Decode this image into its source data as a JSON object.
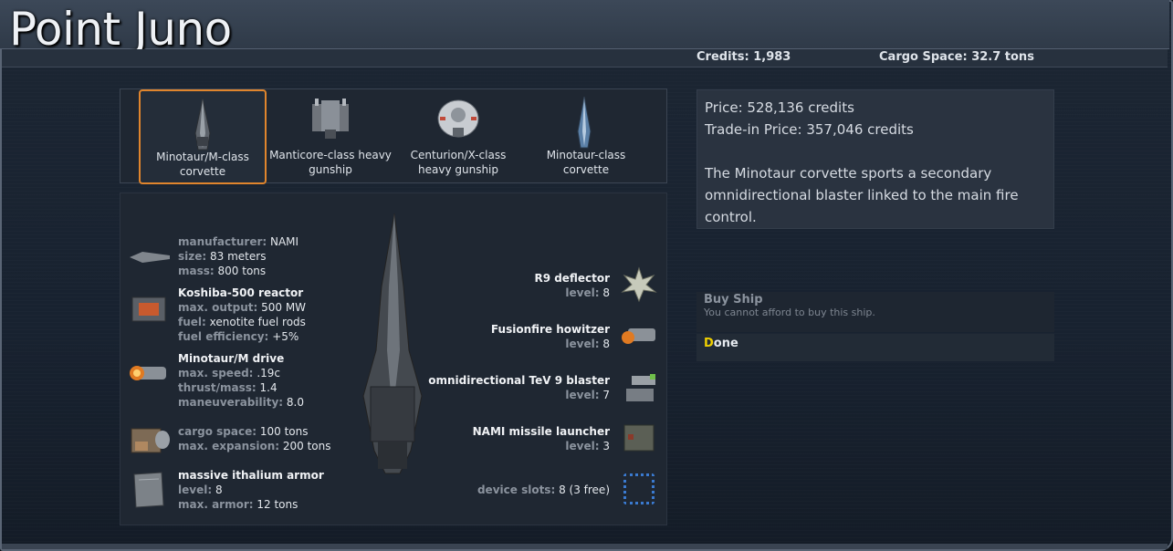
{
  "station": {
    "title": "Point Juno"
  },
  "status": {
    "credits_label": "Credits:",
    "credits_value": "1,983",
    "cargo_label": "Cargo Space:",
    "cargo_value": "32.7 tons"
  },
  "ships": [
    {
      "label1": "Minotaur/M-class",
      "label2": "corvette",
      "selected": true,
      "icon": "minotaur-m-ship-icon"
    },
    {
      "label1": "Manticore-class heavy",
      "label2": "gunship",
      "selected": false,
      "icon": "manticore-ship-icon"
    },
    {
      "label1": "Centurion/X-class",
      "label2": "heavy gunship",
      "selected": false,
      "icon": "centurion-ship-icon"
    },
    {
      "label1": "Minotaur-class",
      "label2": "corvette",
      "selected": false,
      "icon": "minotaur-ship-icon"
    }
  ],
  "specs": {
    "hull": {
      "manufacturer_k": "manufacturer:",
      "manufacturer_v": "NAMI",
      "size_k": "size:",
      "size_v": "83 meters",
      "mass_k": "mass:",
      "mass_v": "800 tons"
    },
    "reactor": {
      "name": "Koshiba-500 reactor",
      "output_k": "max. output:",
      "output_v": "500 MW",
      "fuel_k": "fuel:",
      "fuel_v": "xenotite fuel rods",
      "eff_k": "fuel efficiency:",
      "eff_v": "+5%"
    },
    "drive": {
      "name": "Minotaur/M drive",
      "speed_k": "max. speed:",
      "speed_v": ".19c",
      "thrust_k": "thrust/mass:",
      "thrust_v": "1.4",
      "maneuver_k": "maneuverability:",
      "maneuver_v": "8.0"
    },
    "cargo": {
      "space_k": "cargo space:",
      "space_v": "100 tons",
      "exp_k": "max. expansion:",
      "exp_v": "200 tons"
    },
    "armor": {
      "name": "massive ithalium armor",
      "level_k": "level:",
      "level_v": "8",
      "max_k": "max. armor:",
      "max_v": "12 tons"
    }
  },
  "devices": [
    {
      "name": "R9 deflector",
      "level_k": "level:",
      "level_v": "8"
    },
    {
      "name": "Fusionfire howitzer",
      "level_k": "level:",
      "level_v": "8"
    },
    {
      "name": "omnidirectional TeV 9 blaster",
      "level_k": "level:",
      "level_v": "7"
    },
    {
      "name": "NAMI missile launcher",
      "level_k": "level:",
      "level_v": "3"
    }
  ],
  "slots": {
    "k": "device slots:",
    "v": "8 (3 free)"
  },
  "info": {
    "price": "Price: 528,136 credits",
    "tradein": "Trade-in Price: 357,046 credits",
    "desc1": "The Minotaur corvette sports a secondary",
    "desc2": "omnidirectional blaster linked to the main fire",
    "desc3": "control."
  },
  "actions": {
    "buy_title": "Buy Ship",
    "buy_sub": "You cannot afford to buy this ship.",
    "done_hotkey": "D",
    "done_rest": "one"
  },
  "colors": {
    "accent": "#e0852d",
    "hotkey": "#f0d000",
    "panel": "#1f2732"
  }
}
